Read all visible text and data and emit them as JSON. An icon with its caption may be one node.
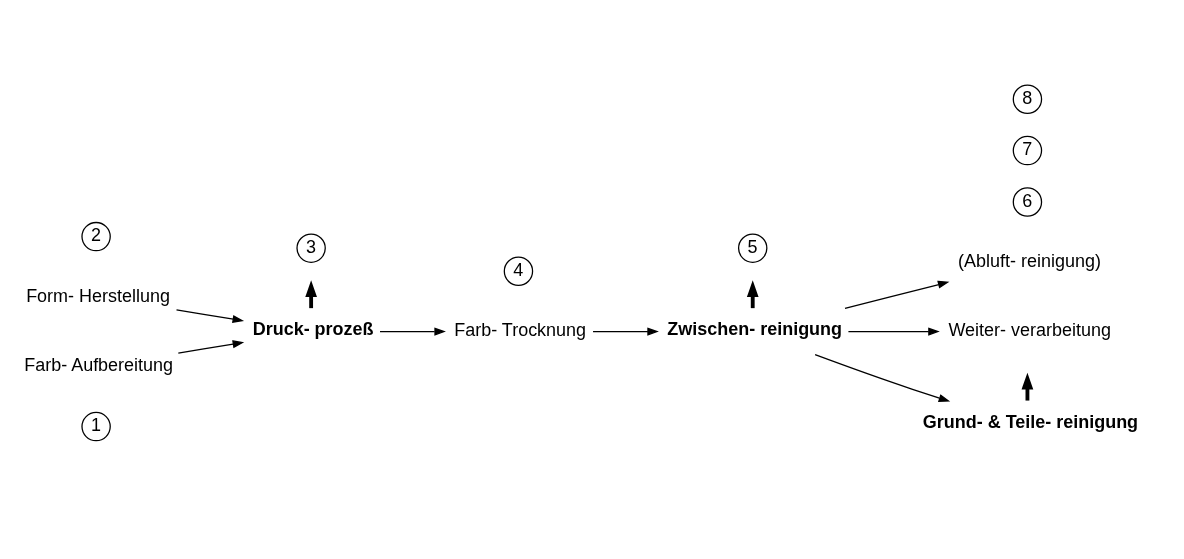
{
  "diagram": {
    "nodes": [
      {
        "text": [
          "1"
        ]
      },
      {
        "text": [
          "Form- Herstellung"
        ]
      },
      {
        "text": [
          "2"
        ]
      },
      {
        "text": [
          "Farb- Aufbereitung"
        ]
      },
      {
        "text": [
          "3"
        ]
      },
      {
        "text": [
          "Druck- prozeß"
        ]
      },
      {
        "text": [
          "4"
        ]
      },
      {
        "text": [
          "Farb- Trocknung"
        ]
      },
      {
        "text": [
          "5"
        ]
      },
      {
        "text": [
          "Zwischen- reinigung"
        ]
      },
      {
        "text": [
          "(Abluft- reinigung)"
        ]
      },
      {
        "text": [
          "6"
        ]
      },
      {
        "text": [
          "Weiter- verarbeitung"
        ]
      },
      {
        "text": [
          "7"
        ]
      },
      {
        "text": [
          "Grund- & Teile- reinigung"
        ]
      },
      {
        "text": [
          "8"
        ]
      }
    ],
    "edges": [
      {
        "from": 1,
        "to": 5,
        "arrow": "to"
      },
      {
        "from": 3,
        "to": 5,
        "arrow": "to"
      },
      {
        "from": 5,
        "to": 7,
        "arrow": "to"
      },
      {
        "from": 7,
        "to": 9,
        "arrow": "to"
      },
      {
        "from": 9,
        "to": 10,
        "arrow": "to"
      },
      {
        "from": 9,
        "to": 12,
        "arrow": "to"
      },
      {
        "from": 9,
        "to": 14,
        "arrow": "to"
      },
      {
        "from": 5,
        "to": null,
        "arrow": "to",
        "style": "thick"
      },
      {
        "from": 9,
        "to": null,
        "arrow": "to",
        "style": "thick"
      },
      {
        "from": 14,
        "to": null,
        "arrow": "to",
        "style": "thick"
      }
    ]
  }
}
